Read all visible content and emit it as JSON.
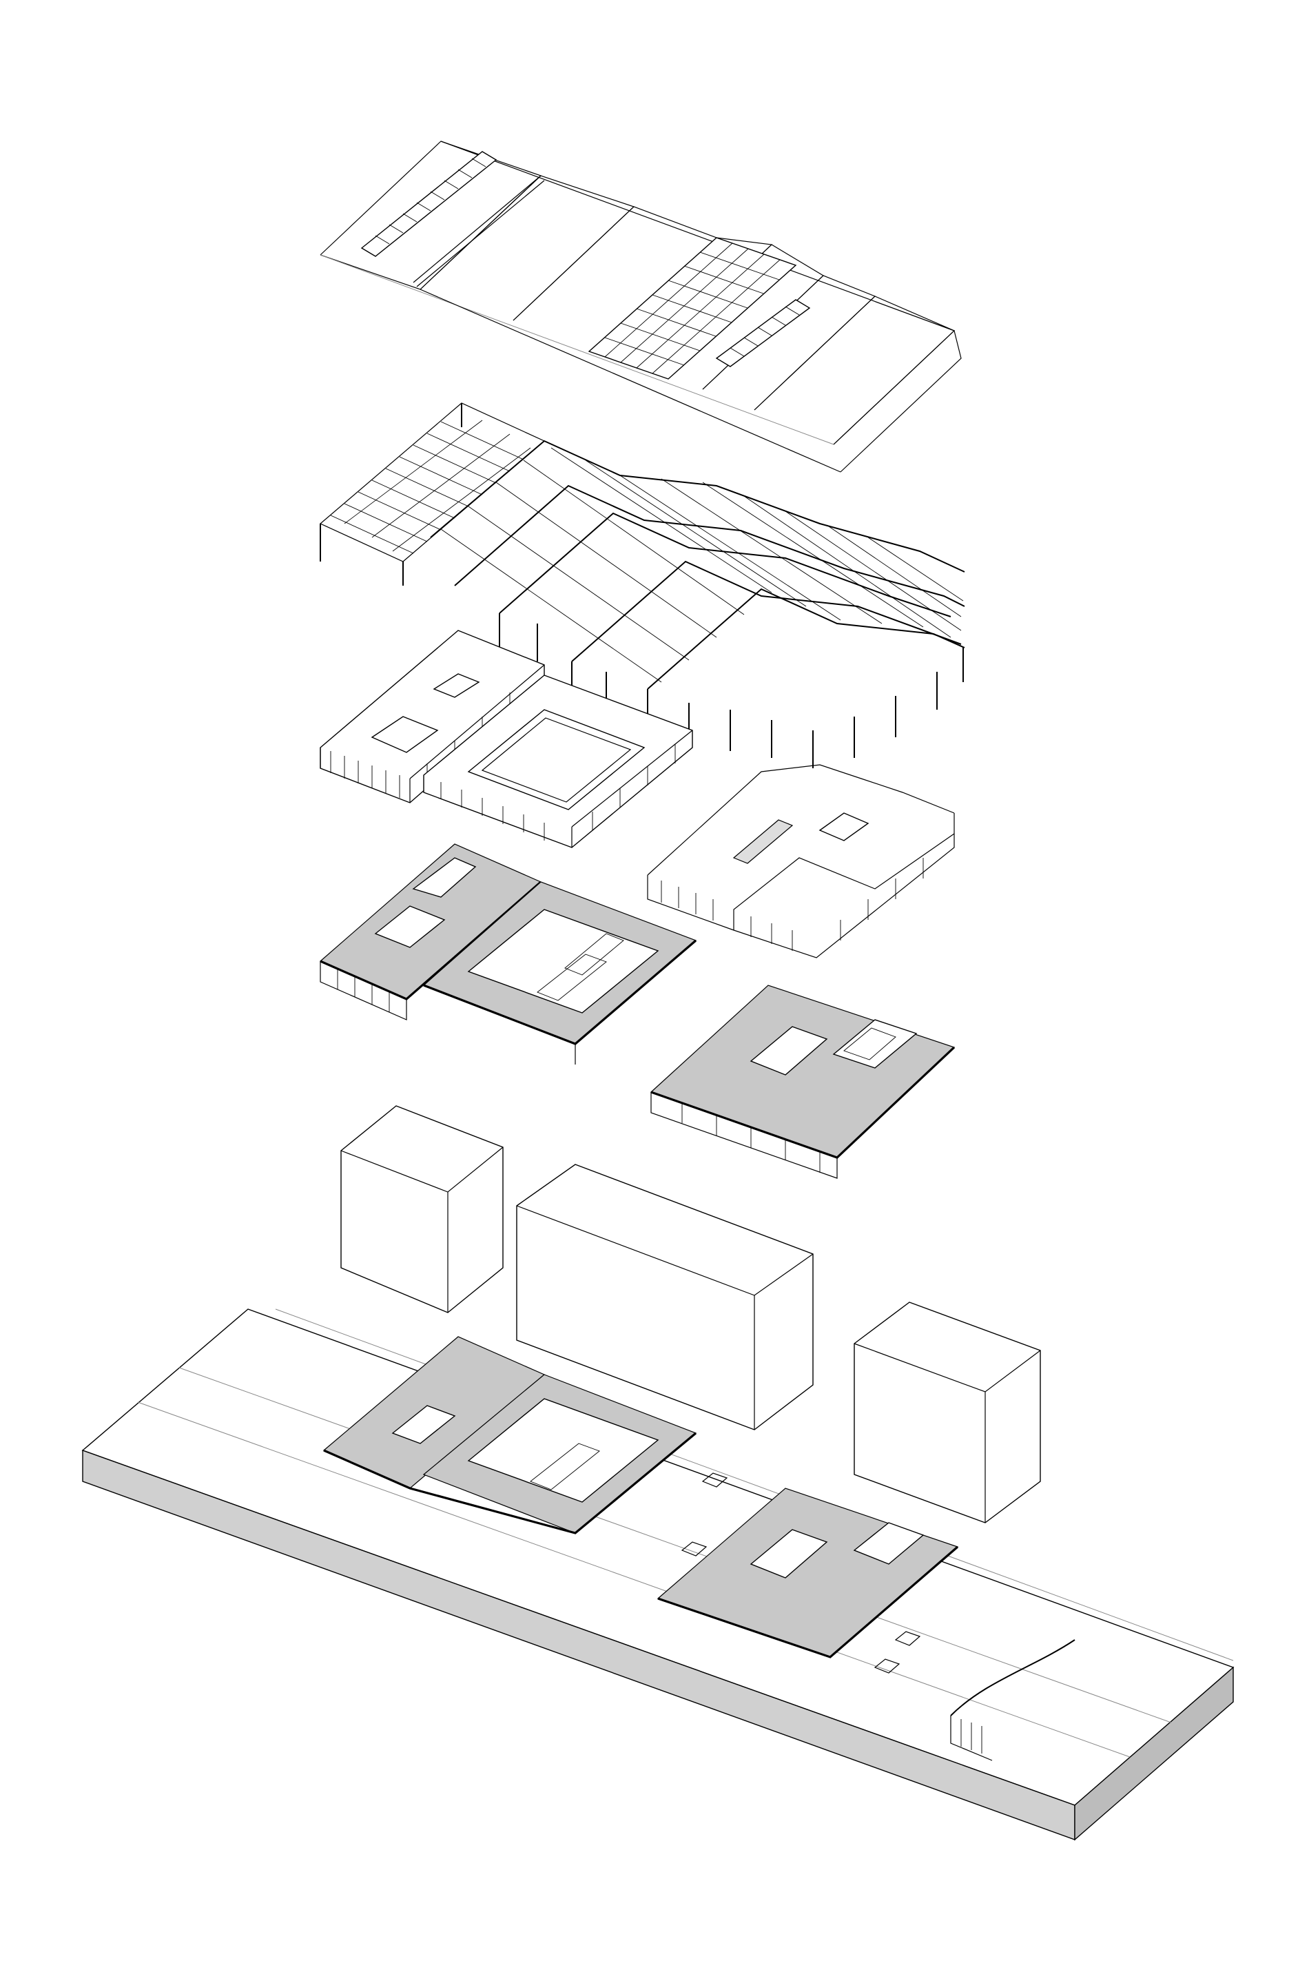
{
  "drawing": {
    "type": "exploded-axonometric",
    "layers": [
      {
        "id": "roof-cladding",
        "shade": "#ffffff"
      },
      {
        "id": "steel-frame",
        "shade": "#ffffff"
      },
      {
        "id": "upper-envelope",
        "shade": "#ffffff"
      },
      {
        "id": "upper-floors",
        "shade": "#cfcfcf"
      },
      {
        "id": "ground-site",
        "shade": "#cfcfcf"
      }
    ],
    "colors": {
      "line": "#000000",
      "floor_fill": "#cfcfcf",
      "base_side": "#d0d0d0",
      "background": "#ffffff"
    }
  }
}
